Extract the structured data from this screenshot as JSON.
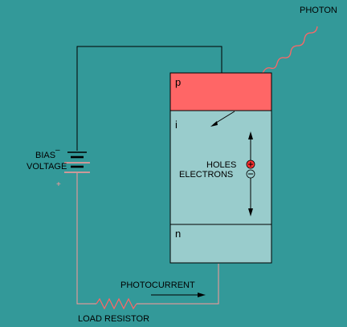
{
  "labels": {
    "photon": "PHOTON",
    "bias_line1": "BIAS",
    "bias_line2": "VOLTAGE",
    "minus_sign": "–",
    "plus_sign": "+",
    "holes": "HOLES",
    "electrons": "ELECTRONS",
    "photocurrent": "PHOTOCURRENT",
    "load_resistor": "LOAD RESISTOR"
  },
  "layers": {
    "p": "p",
    "i": "i",
    "n": "n"
  },
  "colors": {
    "background": "#339999",
    "p_layer": "#ff6666",
    "i_layer": "#99cccc",
    "n_layer": "#99cccc",
    "black_wire": "#000000",
    "red_wire": "#ff9999",
    "photon_wave": "#ff6666",
    "hole_symbol": "#ff3333"
  },
  "icons": {
    "hole": "plus-circle-icon",
    "electron": "minus-circle-icon",
    "photon": "wavy-line-icon",
    "battery": "battery-icon",
    "resistor": "resistor-zigzag-icon"
  }
}
